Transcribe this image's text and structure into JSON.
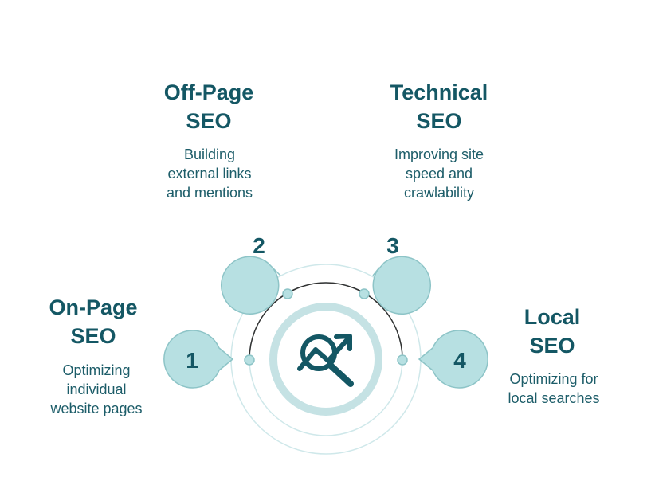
{
  "items": [
    {
      "number": "1",
      "title_line1": "On-Page",
      "title_line2": "SEO",
      "desc_line1": "Optimizing",
      "desc_line2": "individual",
      "desc_line3": "website pages"
    },
    {
      "number": "2",
      "title_line1": "Off-Page",
      "title_line2": "SEO",
      "desc_line1": "Building",
      "desc_line2": "external links",
      "desc_line3": "and mentions"
    },
    {
      "number": "3",
      "title_line1": "Technical",
      "title_line2": "SEO",
      "desc_line1": "Improving site",
      "desc_line2": "speed and",
      "desc_line3": "crawlability"
    },
    {
      "number": "4",
      "title_line1": "Local",
      "title_line2": "SEO",
      "desc_line1": "Optimizing for",
      "desc_line2": "local searches",
      "desc_line3": ""
    }
  ],
  "center_icon": "seo-growth-magnifier-icon",
  "colors": {
    "primary_text": "#145764",
    "bubble_fill": "#b7e0e2",
    "bubble_stroke": "#8dc4c7",
    "ring": "#cfe8ea",
    "arc": "#333333"
  }
}
